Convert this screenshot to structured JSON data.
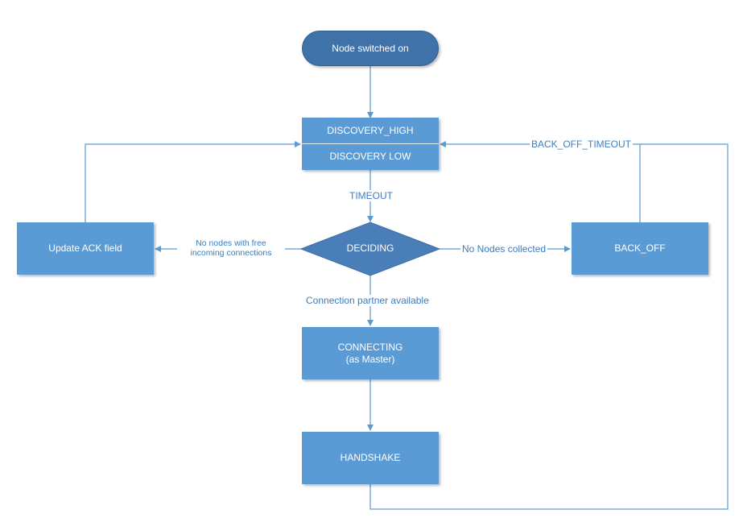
{
  "nodes": {
    "start": "Node switched on",
    "discovery_high": "DISCOVERY_HIGH",
    "discovery_low": "DISCOVERY LOW",
    "deciding": "DECIDING",
    "update_ack": "Update ACK field",
    "back_off": "BACK_OFF",
    "connecting_line1": "CONNECTING",
    "connecting_line2": "(as Master)",
    "handshake": "HANDSHAKE"
  },
  "edges": {
    "timeout": "TIMEOUT",
    "back_off_timeout": "BACK_OFF_TIMEOUT",
    "no_free_line1": "No nodes with free",
    "no_free_line2": "incoming connections",
    "no_nodes_collected": "No Nodes collected",
    "partner_available": "Connection partner available"
  },
  "colors": {
    "box_fill": "#5b9bd5",
    "start_fill": "#3f72a8",
    "diamond_fill": "#4a7eb8",
    "line": "#5b9bd5",
    "label": "#3a7ec2"
  }
}
